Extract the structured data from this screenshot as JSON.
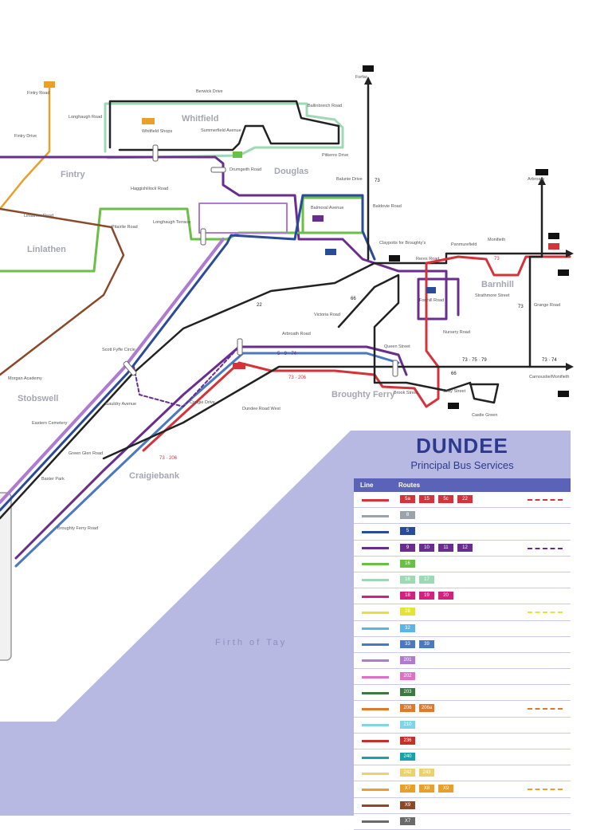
{
  "title": "DUNDEE",
  "subtitle": "Principal Bus Services",
  "water_label": "Firth of Tay",
  "colors": {
    "water": "#b7b9e2",
    "panel": "#b7b9e2",
    "title": "#2b3a8f",
    "header": "#5a63b8"
  },
  "legend": {
    "col_line": "Line",
    "col_routes": "Routes",
    "col_extra": "",
    "rows": [
      {
        "color": "#d6323a",
        "badges": [
          "5a",
          "15",
          "5c",
          "22"
        ],
        "extra": "#d6323a"
      },
      {
        "color": "#9aa3aa",
        "badges": [
          "8"
        ],
        "extra": ""
      },
      {
        "color": "#2a4a9a",
        "badges": [
          "5"
        ],
        "extra": ""
      },
      {
        "color": "#6a2d8f",
        "badges": [
          "9",
          "10",
          "11",
          "12"
        ],
        "extra": "#6a2d8f"
      },
      {
        "color": "#6abf45",
        "badges": [
          "16"
        ],
        "extra": ""
      },
      {
        "color": "#9fd9b4",
        "badges": [
          "16",
          "17"
        ],
        "extra": ""
      },
      {
        "color": "#d4207f",
        "badges": [
          "18",
          "19",
          "20"
        ],
        "extra": ""
      },
      {
        "color": "#e5e33a",
        "badges": [
          "28"
        ],
        "extra": "#e5e33a"
      },
      {
        "color": "#5ab4e8",
        "badges": [
          "32"
        ],
        "extra": ""
      },
      {
        "color": "#4a78c2",
        "badges": [
          "33",
          "39"
        ],
        "extra": ""
      },
      {
        "color": "#b07ad0",
        "badges": [
          "201"
        ],
        "extra": ""
      },
      {
        "color": "#e070c6",
        "badges": [
          "202"
        ],
        "extra": ""
      },
      {
        "color": "#3a7a40",
        "badges": [
          "203"
        ],
        "extra": ""
      },
      {
        "color": "#e07a2a",
        "badges": [
          "206",
          "206a"
        ],
        "extra": "#e07a2a"
      },
      {
        "color": "#7fd4e6",
        "badges": [
          "210"
        ],
        "extra": ""
      },
      {
        "color": "#c4302a",
        "badges": [
          "236"
        ],
        "extra": ""
      },
      {
        "color": "#14a3a8",
        "badges": [
          "240"
        ],
        "extra": ""
      },
      {
        "color": "#ead36a",
        "badges": [
          "242",
          "243"
        ],
        "extra": ""
      },
      {
        "color": "#e8a02a",
        "badges": [
          "X7",
          "X8",
          "X9"
        ],
        "extra": "#e8a02a"
      },
      {
        "color": "#8a4a2a",
        "badges": [
          "X9"
        ],
        "extra": ""
      },
      {
        "color": "#6a6a6a",
        "badges": [
          "X7"
        ],
        "extra": ""
      }
    ]
  },
  "area_labels": [
    {
      "id": "whitfield",
      "text": "Whitfield"
    },
    {
      "id": "douglas",
      "text": "Douglas"
    },
    {
      "id": "fintry",
      "text": "Fintry"
    },
    {
      "id": "linlathen",
      "text": "Linlathen"
    },
    {
      "id": "barnhill",
      "text": "Barnhill"
    },
    {
      "id": "stobswell",
      "text": "Stobswell"
    },
    {
      "id": "broughty",
      "text": "Broughty Ferry"
    },
    {
      "id": "craigiebank",
      "text": "Craigiebank"
    }
  ],
  "stop_labels": [
    {
      "id": "forfar",
      "text": "Forfar"
    },
    {
      "id": "arbroath-top",
      "text": "Arbroath"
    },
    {
      "id": "fintry-road",
      "text": "Fintry Road"
    },
    {
      "id": "berwick",
      "text": "Berwick Drive"
    },
    {
      "id": "ballinbreich",
      "text": "Ballinbreich Road"
    },
    {
      "id": "longhaugh",
      "text": "Longhaugh Road"
    },
    {
      "id": "whitfield-shops",
      "text": "Whitfield Shops"
    },
    {
      "id": "summerfield",
      "text": "Summerfield Avenue"
    },
    {
      "id": "pitkerro",
      "text": "Pitkerro Drive"
    },
    {
      "id": "drumgeith",
      "text": "Drumgeith Road"
    },
    {
      "id": "balunie",
      "text": "Balunie Drive"
    },
    {
      "id": "balmoral",
      "text": "Balmoral Avenue"
    },
    {
      "id": "baldovie",
      "text": "Baldovie Road"
    },
    {
      "id": "haggishillock",
      "text": "Haggishillock Road"
    },
    {
      "id": "longhaugh-terr",
      "text": "Longhaugh Terrace"
    },
    {
      "id": "claypotts",
      "text": "Claypotts for Broughty's"
    },
    {
      "id": "reres",
      "text": "Reres Road"
    },
    {
      "id": "panmurefield",
      "text": "Panmurefield"
    },
    {
      "id": "monifieth",
      "text": "Monifieth"
    },
    {
      "id": "grange",
      "text": "Grange Road"
    },
    {
      "id": "victoria-road",
      "text": "Victoria Road"
    },
    {
      "id": "queen-street",
      "text": "Queen Street"
    },
    {
      "id": "brook-street",
      "text": "Brook Street"
    },
    {
      "id": "gray-street",
      "text": "Gray Street"
    },
    {
      "id": "castle-green",
      "text": "Castle Green"
    },
    {
      "id": "carnoustie",
      "text": "Carnoustie/Monifieth"
    },
    {
      "id": "scott-fyffe",
      "text": "Scott Fyffe Circle"
    },
    {
      "id": "gauldry",
      "text": "Gauldry Avenue"
    },
    {
      "id": "craigie-drive",
      "text": "Craigie Drive"
    },
    {
      "id": "dundee-road-west",
      "text": "Dundee Road West"
    },
    {
      "id": "stobswell-rd",
      "text": "Arbroath Road"
    },
    {
      "id": "green-glen",
      "text": "Green Glen Road"
    },
    {
      "id": "broughty-ferry-rd",
      "text": "Broughty Ferry Road"
    },
    {
      "id": "morgan",
      "text": "Morgan Academy"
    },
    {
      "id": "eastern-cemetery",
      "text": "Eastern Cemetery"
    },
    {
      "id": "baxter-park",
      "text": "Baxter Park"
    },
    {
      "id": "forthill",
      "text": "Forthill Road"
    },
    {
      "id": "strathmore",
      "text": "Strathmore Street"
    },
    {
      "id": "nursery",
      "text": "Nursery Road"
    },
    {
      "id": "linlathen-rd",
      "text": "Linlathen Road"
    },
    {
      "id": "fintry-dr",
      "text": "Fintry Drive"
    },
    {
      "id": "pitairlie",
      "text": "Pitairlie Road"
    }
  ]
}
